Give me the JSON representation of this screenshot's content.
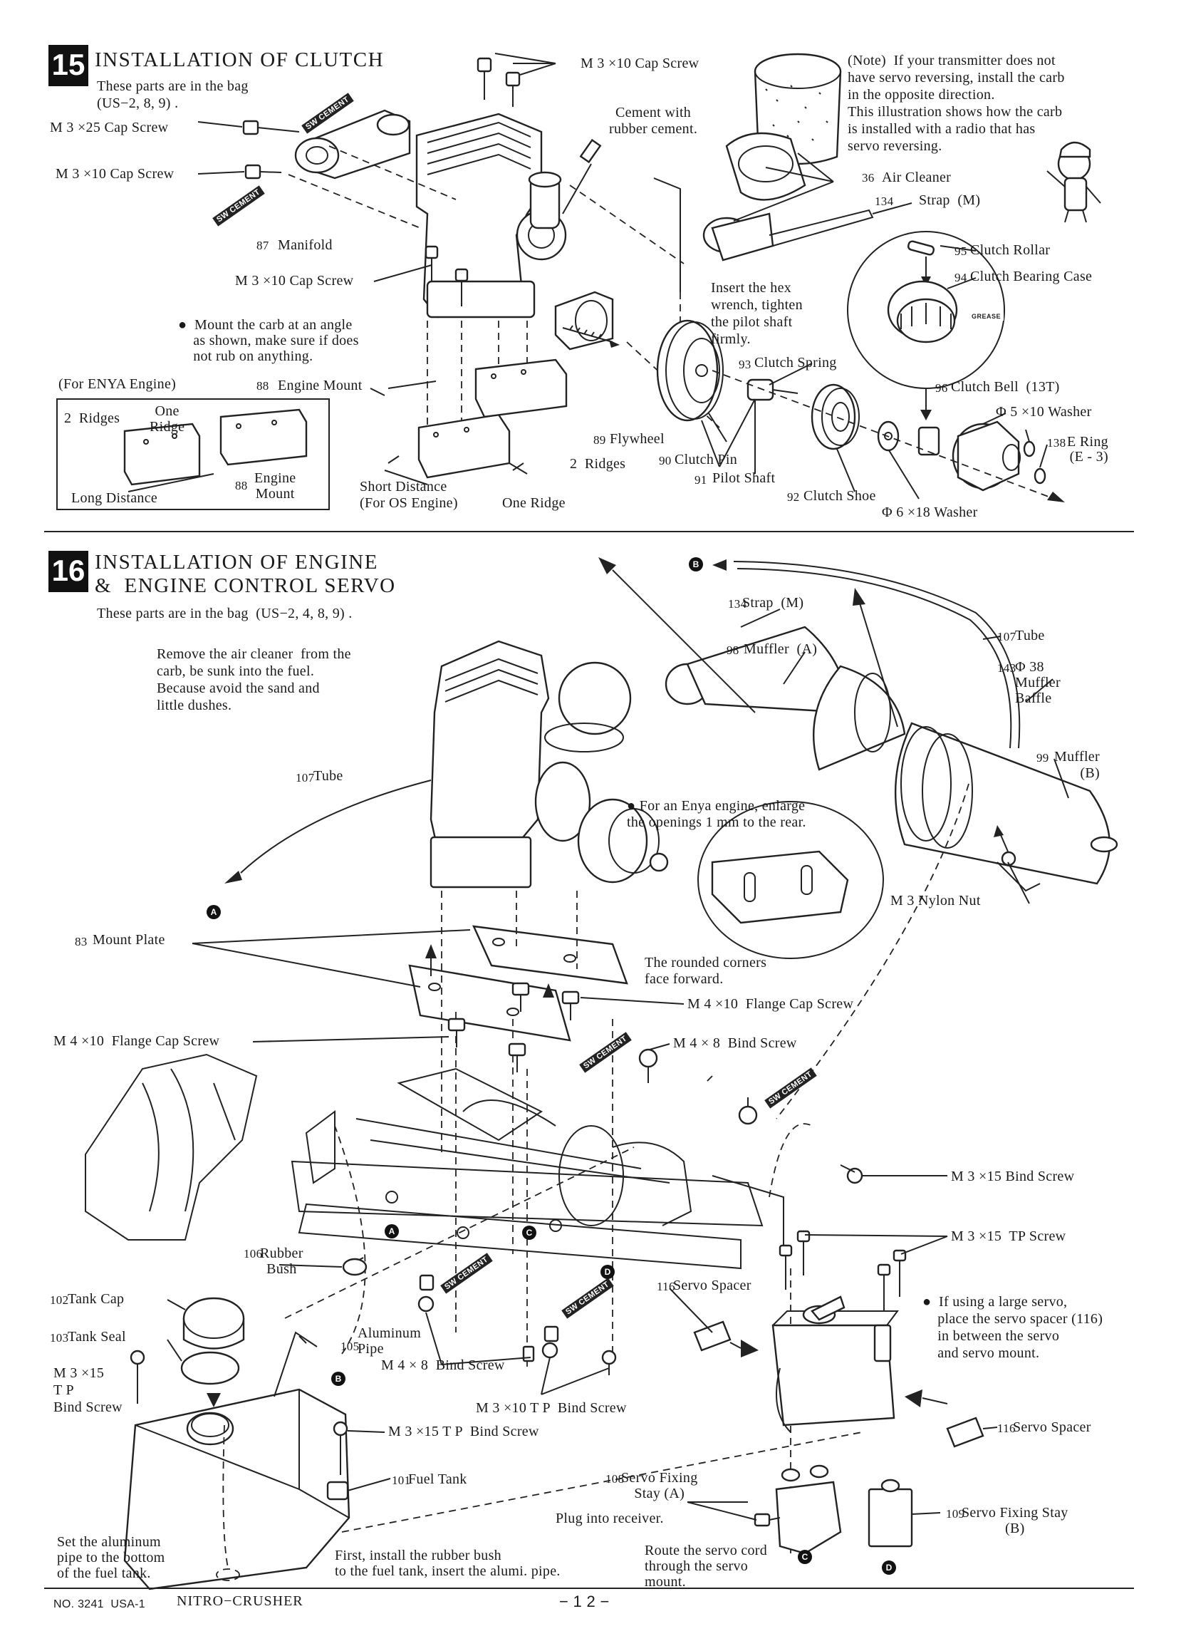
{
  "step15": {
    "number": "15",
    "title": "INSTALLATION OF CLUTCH",
    "bag_line1": "These parts are in the bag",
    "bag_line2": "(US−2, 8, 9) .",
    "labels": {
      "m3x25": "M 3 ×25 Cap Screw",
      "m3x10_left": "M 3 ×10 Cap Screw",
      "m3x10_top": "M 3 ×10 Cap Screw",
      "manifold": "Manifold",
      "m3x10_mid": "M 3 ×10 Cap Screw",
      "carb_note": "●  Mount the carb at an angle\n    as shown, make sure if does\n    not rub on anything.",
      "cement_with": "Cement with\nrubber cement.",
      "note": "(Note)  If your transmitter does not\nhave servo reversing, install the carb\nin the opposite direction.\nThis illustration shows how the carb\nis installed with a radio that has\nservo reversing.",
      "air_cleaner": "Air Cleaner",
      "strap_m": "Strap  (M)",
      "clutch_rollar": "Clutch Rollar",
      "clutch_bearing_case": "Clutch Bearing Case",
      "hex_wrench": "Insert the hex\nwrench, tighten\nthe pilot shaft\nfirmly.",
      "clutch_spring": "Clutch Spring",
      "clutch_bell": "Clutch Bell  (13T)",
      "washer_5x10": "Φ 5 ×10 Washer",
      "e_ring": "E Ring\n(E - 3)",
      "for_enya": "(For ENYA Engine)",
      "engine_mount": "Engine Mount",
      "flywheel": "Flywheel",
      "clutch_pin": "Clutch Pin",
      "pilot_shaft": "Pilot Shaft",
      "clutch_shoe": "Clutch Shoe",
      "washer_6x18": "Φ 6 ×18 Washer",
      "two_ridges_a": "2  Ridges",
      "one_ridge_a": "One\nRidge",
      "long_distance": "Long Distance",
      "engine_mount_box": "Engine\nMount",
      "short_distance": "Short Distance\n(For OS Engine)",
      "one_ridge_b": "One Ridge",
      "two_ridges_b": "2  Ridges"
    },
    "part_numbers": {
      "manifold": "87",
      "air_cleaner": "36",
      "strap": "134",
      "clutch_rollar": "95",
      "clutch_bearing_case": "94",
      "clutch_spring": "93",
      "clutch_bell": "96",
      "e_ring": "138",
      "engine_mount": "88",
      "engine_mount_box": "88",
      "flywheel": "89",
      "clutch_pin": "90",
      "pilot_shaft": "91",
      "clutch_shoe": "92"
    },
    "cement": "SW CEMENT",
    "grease": "GREASE"
  },
  "step16": {
    "number": "16",
    "title_line1": "INSTALLATION OF ENGINE",
    "title_line2": "&  ENGINE CONTROL SERVO",
    "bag": "These parts are in the bag  (US−2, 4, 8, 9) .",
    "labels": {
      "air_cleaner_note": "Remove the air cleaner  from the\ncarb, be sunk into the fuel.\nBecause avoid the sand and\nlittle dushes.",
      "strap_m": "Strap  (M)",
      "tube_top": "Tube",
      "muffler_a": "Muffler  (A)",
      "muffler_baffle": "Φ 38\nMuffler\nBaffle",
      "muffler_b": "Muffler\n(B)",
      "tube_left": "Tube",
      "enya_note": "● For an Enya engine, enlarge\nthe openings 1 mm to the rear.",
      "nylon_nut": "M 3 Nylon Nut",
      "mount_plate": "Mount Plate",
      "rounded": "The rounded corners\nface forward.",
      "m4x10_right": "M 4 ×10  Flange Cap Screw",
      "m4x10_left": "M 4 ×10  Flange Cap Screw",
      "m4x8_top": "M 4 × 8  Bind Screw",
      "m3x15_bind": "M 3 ×15 Bind Screw",
      "m3x15_tp": "M 3 ×15  TP Screw",
      "rubber_bush": "Rubber\nBush",
      "tank_cap": "Tank Cap",
      "tank_seal": "Tank Seal",
      "m3x15_tp_left": "M 3 ×15\nT P\nBind Screw",
      "aluminum_pipe": "Aluminum\nPipe",
      "m4x8_bottom": "M 4 × 8  Bind Screw",
      "m3x10_tp": "M 3 ×10 T P  Bind Screw",
      "m3x15_tp_bind": "M 3 ×15 T P  Bind Screw",
      "fuel_tank": "Fuel Tank",
      "servo_spacer_top": "Servo Spacer",
      "large_servo": "●  If using a large servo,\n    place the servo spacer (116)\n    in between the servo\n    and servo mount.",
      "servo_spacer_right": "Servo Spacer",
      "servo_fixing_a": "Servo Fixing\nStay (A)",
      "plug": "Plug into receiver.",
      "servo_fixing_b": "Servo Fixing Stay\n(B)",
      "set_pipe": "Set the aluminum\npipe to the bottom\nof the fuel tank.",
      "first_install": "First, install the rubber bush\nto the fuel tank, insert the alumi. pipe.",
      "route": "Route the servo cord\nthrough the servo\nmount."
    },
    "part_numbers": {
      "strap": "134",
      "tube_top": "107",
      "muffler_a": "98",
      "muffler_baffle": "143",
      "muffler_b": "99",
      "tube_left": "107",
      "mount_plate": "83",
      "rubber_bush": "106",
      "tank_cap": "102",
      "tank_seal": "103",
      "aluminum_pipe": "105",
      "fuel_tank": "101",
      "servo_spacer_top": "116",
      "servo_spacer_right": "116",
      "servo_fixing_a": "108",
      "servo_fixing_b": "109"
    },
    "cement": "SW CEMENT",
    "marks": [
      "A",
      "B",
      "C",
      "D"
    ]
  },
  "footer": {
    "code": "NO. 3241  USA-1",
    "model": "NITRO−CRUSHER",
    "page": "− 1 2 −"
  }
}
